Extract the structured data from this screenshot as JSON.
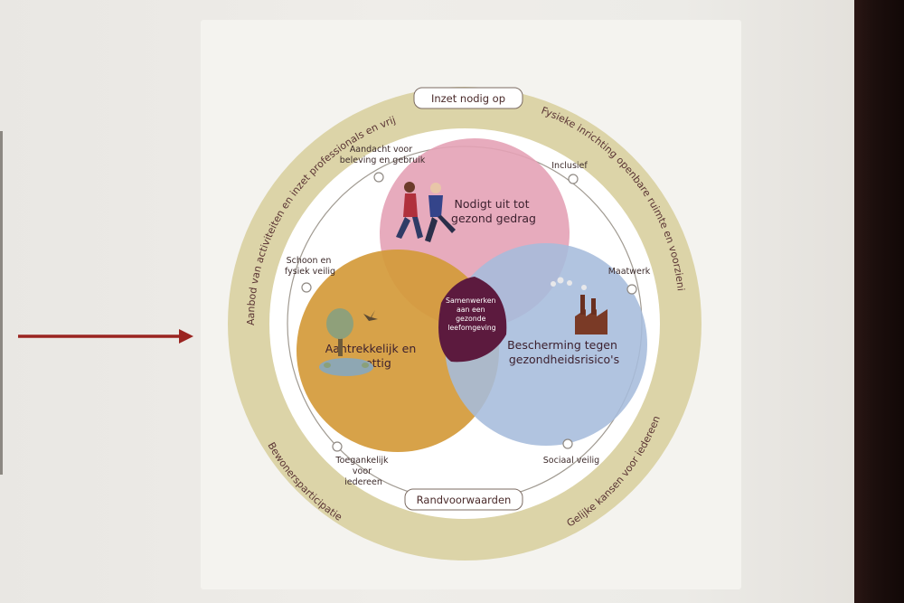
{
  "diagram": {
    "title_box": "Inzet nodig op",
    "bottom_box": "Randvoorwaarden",
    "outer_ring_labels": {
      "top_left": "Aanbod van activiteiten en inzet professionals en vrijwilligers",
      "top_right": "Fysieke inrichting openbare ruimte en voorzieningen",
      "bottom_left": "Bewonersparticipatie",
      "bottom_right": "Gelijke kansen voor iedereen"
    },
    "inner_ring_labels": {
      "aandacht": [
        "Aandacht voor",
        "beleving en gebruik"
      ],
      "inclusief": [
        "Inclusief"
      ],
      "schoon": [
        "Schoon en",
        "fysiek veilig"
      ],
      "maatwerk": [
        "Maatwerk"
      ],
      "toegankelijk": [
        "Toegankelijk",
        "voor",
        "iedereen"
      ],
      "sociaal": [
        "Sociaal veilig"
      ]
    },
    "circles": {
      "top": [
        "Nodigt uit tot",
        "gezond gedrag"
      ],
      "left": [
        "Aantrekkelijk en",
        "prettig"
      ],
      "right": [
        "Bescherming tegen",
        "gezondheidsrisico's"
      ],
      "center": [
        "Samenwerken",
        "aan een",
        "gezonde",
        "leefomgeving"
      ]
    },
    "icons": [
      "runners-icon",
      "tree-pond-icon",
      "bird-icon",
      "factory-icon"
    ],
    "colors": {
      "outer_ring": "#dcd4a8",
      "inner_ring": "#ffffff",
      "top_circle": "#e4a2b6",
      "left_circle": "#d49a3a",
      "right_circle": "#a6bcdc",
      "center": "#5c1a3e",
      "arrow": "#9a2420"
    }
  }
}
